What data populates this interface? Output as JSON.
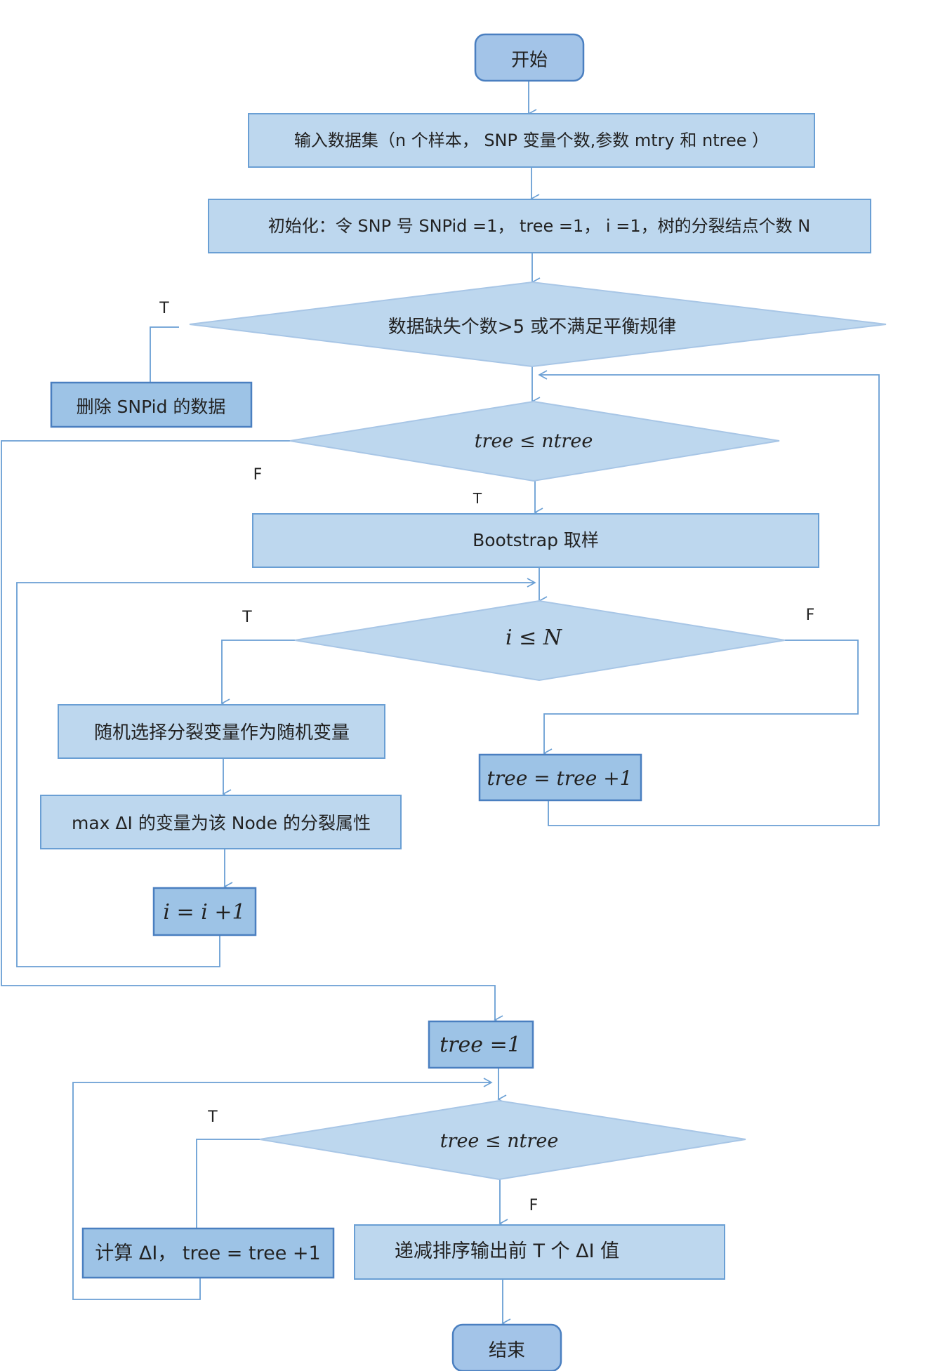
{
  "nodes": {
    "start": {
      "text": "开始"
    },
    "input": {
      "text": "输入数据集（n 个样本， SNP 变量个数,参数 mtry 和 ntree ）"
    },
    "init": {
      "text": "初始化：令 SNP 号 SNPid =1， tree =1， i =1，树的分裂结点个数 N"
    },
    "missing_check": {
      "text": "数据缺失个数>5 或不满足平衡规律"
    },
    "delete": {
      "text": "删除 SNPid 的数据"
    },
    "tree_loop": {
      "text": "tree ≤ ntree"
    },
    "bootstrap": {
      "text": "Bootstrap 取样"
    },
    "node_loop": {
      "text": "i ≤ N"
    },
    "random_select": {
      "text": "随机选择分裂变量作为随机变量"
    },
    "max_delta": {
      "text": "max ΔI 的变量为该 Node 的分裂属性"
    },
    "inc_i": {
      "text": "i = i +1"
    },
    "inc_tree": {
      "text": "tree = tree +1"
    },
    "reset_tree": {
      "text": "tree =1"
    },
    "tree_loop2": {
      "text": "tree ≤ ntree"
    },
    "compute": {
      "text": "计算 ΔI， tree = tree +1"
    },
    "sort_output": {
      "text": "递减排序输出前 T 个 ΔI 值"
    },
    "end": {
      "text": "结束"
    }
  },
  "labels": {
    "missing_true": "T",
    "tree_false": "F",
    "tree_true": "T",
    "node_true": "T",
    "node_false": "F",
    "tree2_true": "T",
    "tree2_false": "F"
  },
  "colors": {
    "fill_terminal": "#a3c4e8",
    "fill_process": "#bdd7ee",
    "fill_decision": "#bdd7ee",
    "fill_dark_box": "#9dc3e6",
    "stroke": "#4a7fc0",
    "line": "#6a9fd4",
    "text": "#222222"
  }
}
